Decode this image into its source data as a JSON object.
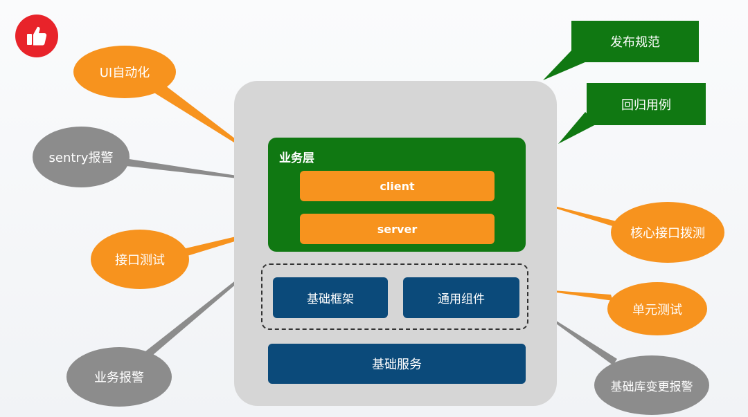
{
  "architecture": {
    "business_layer": {
      "label": "业务层",
      "client_label": "client",
      "server_label": "server"
    },
    "framework_label": "基础框架",
    "component_label": "通用组件",
    "service_label": "基础服务"
  },
  "annotations": {
    "ui_automation": "UI自动化",
    "sentry_alert": "sentry报警",
    "api_test": "接口测试",
    "business_alert": "业务报警",
    "release_spec": "发布规范",
    "regression_cases": "回归用例",
    "core_api_probe": "核心接口拨测",
    "unit_test": "单元测试",
    "lib_change_alert": "基础库变更报警"
  },
  "colors": {
    "green": "#107812",
    "orange": "#f7931e",
    "gray": "#8c8c8c",
    "navy": "#0b4a7a",
    "panel": "#d6d6d6",
    "badge_red": "#e8232a"
  },
  "icons": {
    "badge": "thumbs-up-icon"
  }
}
